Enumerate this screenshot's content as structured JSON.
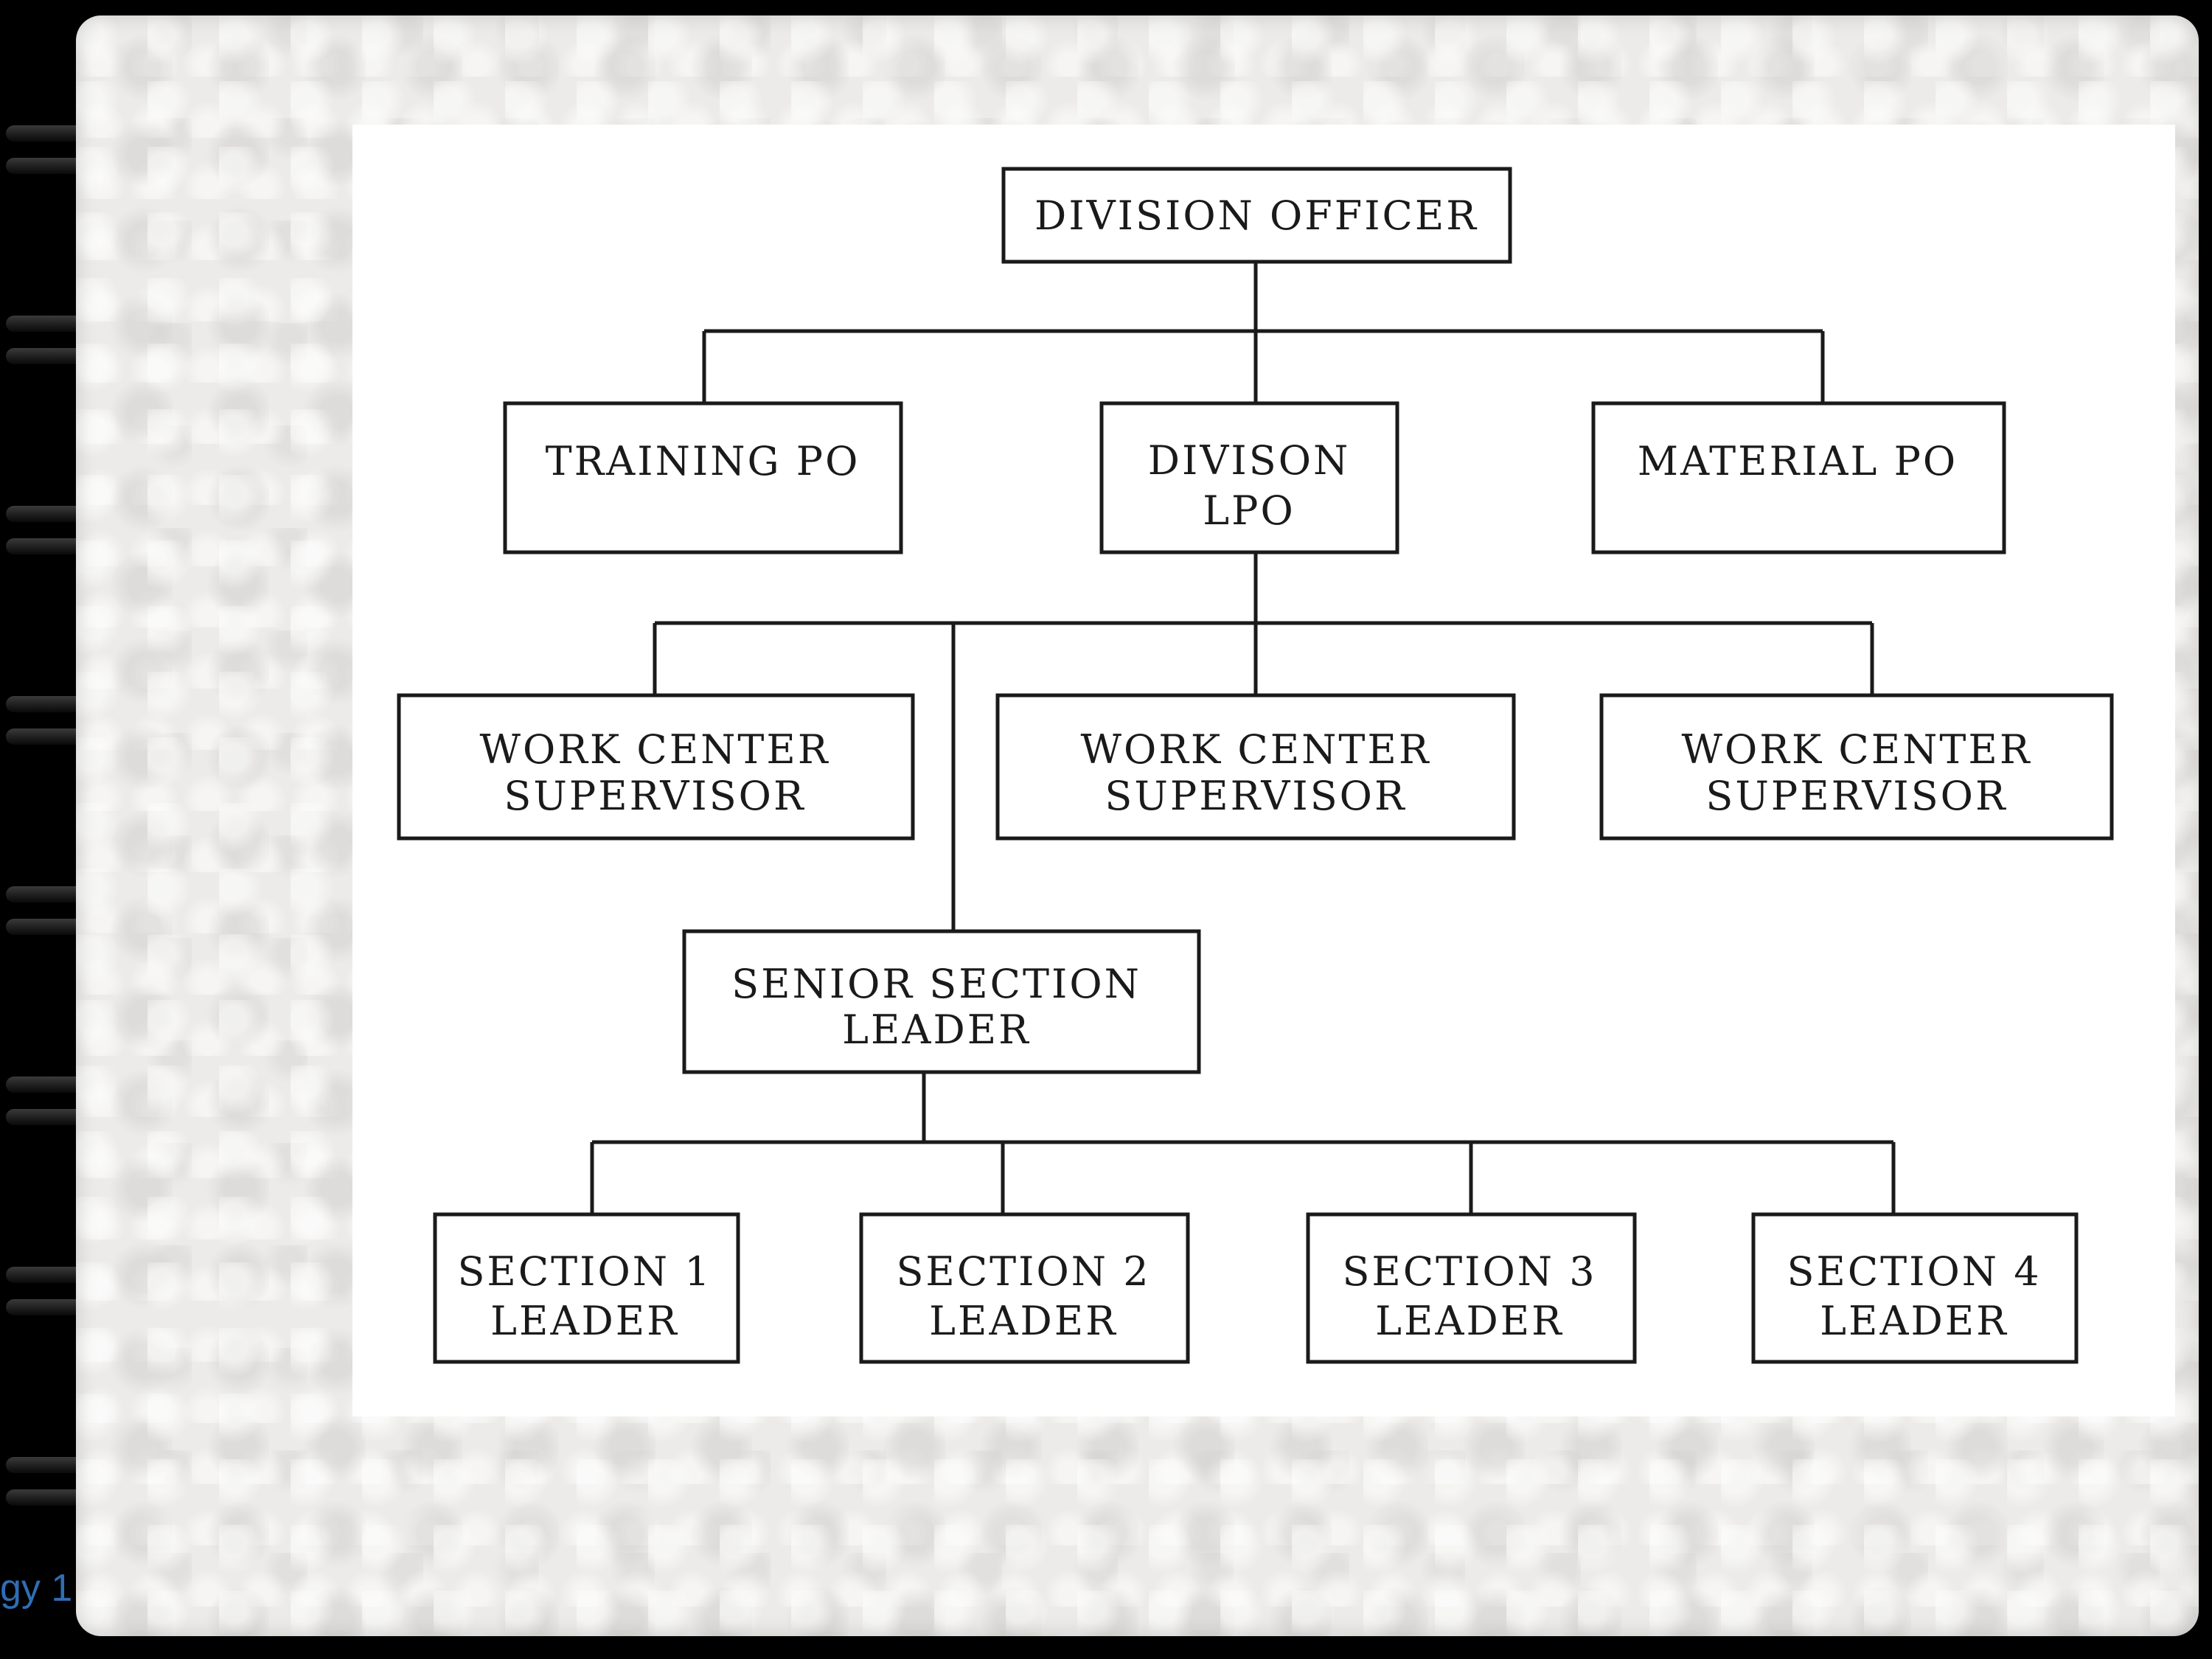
{
  "diagram": {
    "nodes": {
      "division_officer": "DIVISION OFFICER",
      "training_po": "TRAINING PO",
      "division_lpo": {
        "line1": "DIVISON",
        "line2": "LPO"
      },
      "material_po": "MATERIAL PO",
      "work_center_1": {
        "line1": "WORK CENTER",
        "line2": "SUPERVISOR"
      },
      "work_center_2": {
        "line1": "WORK CENTER",
        "line2": "SUPERVISOR"
      },
      "work_center_3": {
        "line1": "WORK CENTER",
        "line2": "SUPERVISOR"
      },
      "senior_section_leader": {
        "line1": "SENIOR SECTION",
        "line2": "LEADER"
      },
      "section_1": {
        "line1": "SECTION 1",
        "line2": "LEADER"
      },
      "section_2": {
        "line1": "SECTION 2",
        "line2": "LEADER"
      },
      "section_3": {
        "line1": "SECTION 3",
        "line2": "LEADER"
      },
      "section_4": {
        "line1": "SECTION 4",
        "line2": "LEADER"
      }
    },
    "edges": [
      [
        "division_officer",
        "training_po"
      ],
      [
        "division_officer",
        "division_lpo"
      ],
      [
        "division_officer",
        "material_po"
      ],
      [
        "division_lpo",
        "work_center_1"
      ],
      [
        "division_lpo",
        "work_center_2"
      ],
      [
        "division_lpo",
        "work_center_3"
      ],
      [
        "division_lpo",
        "senior_section_leader"
      ],
      [
        "senior_section_leader",
        "section_1"
      ],
      [
        "senior_section_leader",
        "section_2"
      ],
      [
        "senior_section_leader",
        "section_3"
      ],
      [
        "senior_section_leader",
        "section_4"
      ]
    ]
  },
  "footer": {
    "text": "gy 1"
  }
}
